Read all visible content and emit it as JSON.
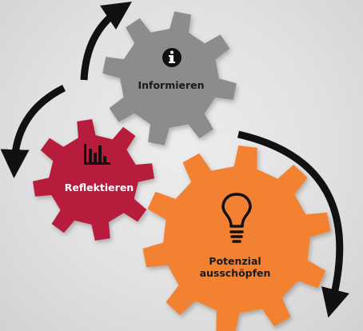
{
  "gears": {
    "informieren": {
      "label": "Informieren",
      "color": "#8c8c8c",
      "icon": "info-icon"
    },
    "reflektieren": {
      "label": "Reflektieren",
      "color": "#b81e3c",
      "icon": "bar-chart-icon"
    },
    "potenzial": {
      "label_line1": "Potenzial",
      "label_line2": "ausschöpfen",
      "color": "#f28232",
      "icon": "lightbulb-icon"
    }
  },
  "arrows": {
    "color": "#111111"
  }
}
